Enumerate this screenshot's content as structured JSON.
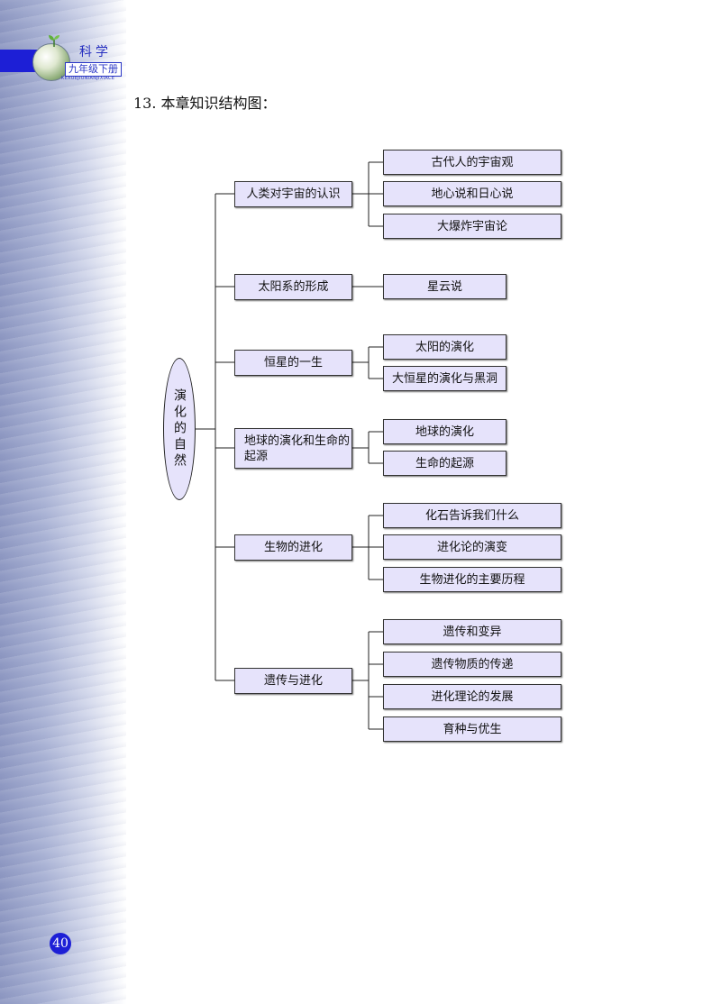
{
  "header": {
    "subject": "科学",
    "grade": "九年级下册",
    "pinyin": "KEXUEJIUNIANJIXIACE"
  },
  "section_title": "13. 本章知识结构图：",
  "mindmap": {
    "root": "演化的自然",
    "branches": [
      {
        "label": "人类对宇宙的认识",
        "children": [
          "古代人的宇宙观",
          "地心说和日心说",
          "大爆炸宇宙论"
        ]
      },
      {
        "label": "太阳系的形成",
        "children": [
          "星云说"
        ]
      },
      {
        "label": "恒星的一生",
        "children": [
          "太阳的演化",
          "大恒星的演化与黑洞"
        ]
      },
      {
        "label": "地球的演化和生命的起源",
        "children": [
          "地球的演化",
          "生命的起源"
        ]
      },
      {
        "label": "生物的进化",
        "children": [
          "化石告诉我们什么",
          "进化论的演变",
          "生物进化的主要历程"
        ]
      },
      {
        "label": "遗传与进化",
        "children": [
          "遗传和变异",
          "遗传物质的传递",
          "进化理论的发展",
          "育种与优生"
        ]
      }
    ]
  },
  "page_number": "40",
  "colors": {
    "node_fill": "#e6e3fb",
    "accent_blue": "#1d1fd6",
    "side_band": "#8e98c2"
  }
}
